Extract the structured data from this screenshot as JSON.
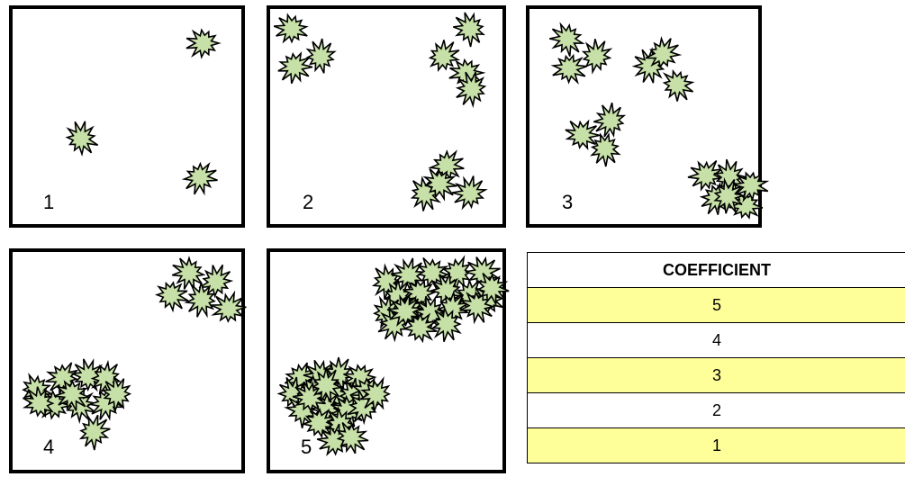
{
  "panels": [
    {
      "label": "1",
      "burst_count": 3
    },
    {
      "label": "2",
      "burst_count": 11
    },
    {
      "label": "3",
      "burst_count": 15
    },
    {
      "label": "4",
      "burst_count": 16
    },
    {
      "label": "5",
      "burst_count": 40
    }
  ],
  "table": {
    "header": "COEFFICIENT",
    "rows": [
      {
        "value": "5",
        "highlight": true
      },
      {
        "value": "4",
        "highlight": false
      },
      {
        "value": "3",
        "highlight": true
      },
      {
        "value": "2",
        "highlight": false
      },
      {
        "value": "1",
        "highlight": true
      }
    ]
  },
  "colors": {
    "burst_fill": "#c6e0a8",
    "burst_stroke": "#000000",
    "highlight": "#ffff99",
    "border": "#000000"
  }
}
